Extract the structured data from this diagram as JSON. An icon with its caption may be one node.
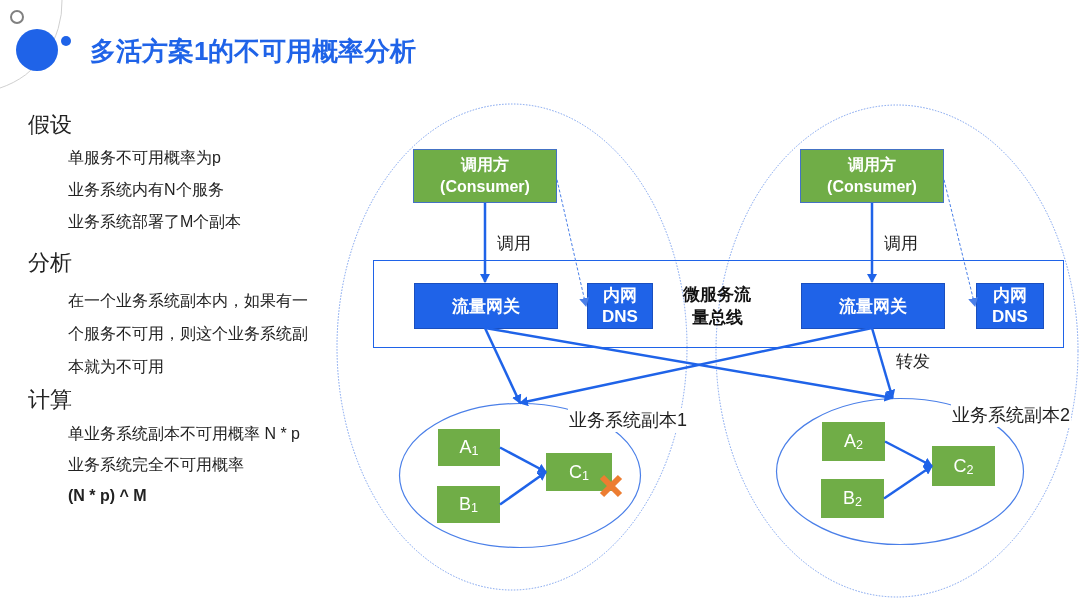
{
  "diagram": {
    "title": "多活方案1的不可用概率分析",
    "nodes": [
      {
        "text": [
          "调用方",
          "(Consumer)"
        ]
      },
      {
        "text": [
          "调用方",
          "(Consumer)"
        ]
      },
      {
        "text": [
          "微服务流量总线"
        ]
      },
      {
        "text": [
          "流量网关"
        ],
        "in": 2
      },
      {
        "text": [
          "内网 DNS"
        ],
        "in": 2
      },
      {
        "text": [
          "流量网关"
        ],
        "in": 2
      },
      {
        "text": [
          "内网 DNS"
        ],
        "in": 2
      },
      {
        "text": [
          "业务系统副本1"
        ]
      },
      {
        "text": [
          "A$_{1}$"
        ],
        "in": 7
      },
      {
        "text": [
          "B$_{1}$"
        ],
        "in": 7
      },
      {
        "text": [
          "C$_{1}$"
        ],
        "in": 7
      },
      {
        "text": [
          "业务系统副本2"
        ]
      },
      {
        "text": [
          "A$_{2}$"
        ],
        "in": 11
      },
      {
        "text": [
          "B$_{2}$"
        ],
        "in": 11
      },
      {
        "text": [
          "C$_{2}$"
        ],
        "in": 11
      }
    ],
    "edges": [
      {
        "from": 0,
        "to": 3,
        "arrow": "to",
        "label": "调用"
      },
      {
        "from": 0,
        "to": 4,
        "arrow": "to",
        "style": "dashed"
      },
      {
        "from": 1,
        "to": 5,
        "arrow": "to",
        "label": "调用"
      },
      {
        "from": 1,
        "to": 6,
        "arrow": "to",
        "style": "dashed"
      },
      {
        "from": 3,
        "to": 7,
        "arrow": "to"
      },
      {
        "from": 3,
        "to": 11,
        "arrow": "to"
      },
      {
        "from": 5,
        "to": 7,
        "arrow": "to"
      },
      {
        "from": 5,
        "to": 11,
        "arrow": "to",
        "label": "转发"
      },
      {
        "from": 8,
        "to": 10,
        "arrow": "to"
      },
      {
        "from": 9,
        "to": 10,
        "arrow": "to"
      },
      {
        "from": 12,
        "to": 14,
        "arrow": "to"
      },
      {
        "from": 13,
        "to": 14,
        "arrow": "to"
      }
    ],
    "labels": [
      "假设",
      "单服务不可用概率为p",
      "业务系统内有N个服务",
      "业务系统部署了M个副本",
      "分析",
      "在一个业务系统副本内，如果有一个服务不可用，则这个业务系统副本就为不可用",
      "计算",
      "单业务系统副本不可用概率 N * p",
      "业务系统完全不可用概率",
      "(N * p) ^ M"
    ]
  }
}
